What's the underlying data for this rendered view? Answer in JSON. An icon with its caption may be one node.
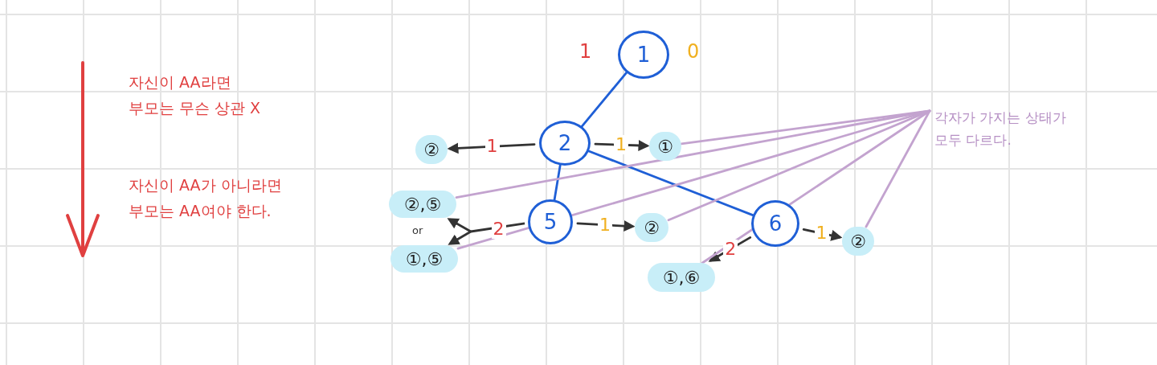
{
  "diagram": {
    "nodes": [
      {
        "text": [
          "1"
        ],
        "beside": [
          "1",
          "0"
        ]
      },
      {
        "text": [
          "2"
        ]
      },
      {
        "text": [
          "5"
        ]
      },
      {
        "text": [
          "6"
        ]
      },
      {
        "text": [
          "②"
        ]
      },
      {
        "text": [
          "①"
        ]
      },
      {
        "text": [
          "②,⑤"
        ]
      },
      {
        "text": [
          "①,⑤"
        ]
      },
      {
        "text": [
          "②"
        ]
      },
      {
        "text": [
          "①,⑥"
        ]
      },
      {
        "text": [
          "②"
        ]
      },
      {
        "text": [
          "각자가 가지는 상태가 모두 다르다."
        ]
      }
    ],
    "edges": [
      {
        "from": 0,
        "to": 1,
        "arrow": "none",
        "color": "#1f5fd6"
      },
      {
        "from": 1,
        "to": 2,
        "arrow": "none",
        "color": "#1f5fd6"
      },
      {
        "from": 1,
        "to": 3,
        "arrow": "none",
        "color": "#1f5fd6"
      },
      {
        "from": 1,
        "to": 4,
        "arrow": "to",
        "label": "1"
      },
      {
        "from": 1,
        "to": 5,
        "arrow": "to",
        "label": "1"
      },
      {
        "from": 2,
        "to": 6,
        "arrow": "to",
        "label": "2"
      },
      {
        "from": 2,
        "to": 7,
        "arrow": "to"
      },
      {
        "from": 2,
        "to": 8,
        "arrow": "to",
        "label": "1"
      },
      {
        "from": 3,
        "to": 9,
        "arrow": "to",
        "label": "2"
      },
      {
        "from": 3,
        "to": 10,
        "arrow": "to",
        "label": "1"
      },
      {
        "from": 11,
        "to": 5,
        "arrow": "none",
        "color": "#c3a3cf"
      },
      {
        "from": 11,
        "to": 6,
        "arrow": "none",
        "color": "#c3a3cf"
      },
      {
        "from": 11,
        "to": 7,
        "arrow": "none",
        "color": "#c3a3cf"
      },
      {
        "from": 11,
        "to": 8,
        "arrow": "none",
        "color": "#c3a3cf"
      },
      {
        "from": 11,
        "to": 9,
        "arrow": "none",
        "color": "#c3a3cf"
      },
      {
        "from": 11,
        "to": 10,
        "arrow": "none",
        "color": "#c3a3cf"
      }
    ],
    "labels": [
      "자신이 AA라면 부모는 무슨 상관 X",
      "자신이 AA가 아니라면 부모는 AA여야 한다.",
      "or"
    ]
  }
}
